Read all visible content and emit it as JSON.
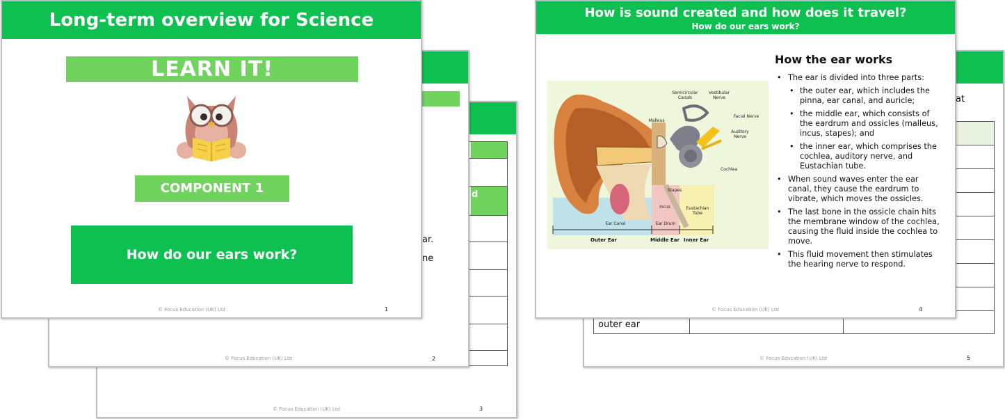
{
  "colors": {
    "green": "#0ec04f",
    "light_green": "#6fd35e",
    "table_fill": "#e8f3df"
  },
  "footer_text": "© Focus Education (UK) Ltd",
  "slide1": {
    "title": "Long-term overview for Science",
    "learn_label": "LEARN IT!",
    "mascot_icon": "owl-reading-book-icon",
    "component_label": "COMPONENT 1",
    "question": "How do our ears work?",
    "page": "1"
  },
  "slide2": {
    "page": "2",
    "fragment_1": "ar.",
    "fragment_2": "ne"
  },
  "slide3": {
    "page": "3",
    "fragment": "d"
  },
  "slide4": {
    "title": "How is sound created and how does it travel?",
    "subtitle": "How do our ears work?",
    "heading": "How the ear works",
    "bullets": {
      "b1": "The ear is divided into three parts:",
      "s1": "the outer ear, which includes the pinna, ear canal, and auricle;",
      "s2": "the middle ear, which consists of the eardrum and ossicles (malleus, incus, stapes); and",
      "s3": "the inner ear, which comprises the cochlea, auditory nerve, and Eustachian tube.",
      "b2": "When sound waves enter the ear canal, they cause the eardrum to vibrate, which moves the ossicles.",
      "b3": "The last bone in the ossicle chain hits the membrane window of the cochlea, causing the fluid inside the cochlea to move.",
      "b4": "This fluid movement then stimulates the hearing nerve to respond."
    },
    "diagram": {
      "labels": {
        "semicircular": "Semicircular Canals",
        "vestibular": "Vestibular Nerve",
        "facial": "Facial Nerve",
        "auditory": "Auditory Nerve",
        "malleus": "Malleus",
        "cochlea": "Cochlea",
        "stapes": "Stapes",
        "incus": "Incus",
        "eustachian": "Eustachian Tube",
        "ear_canal": "Ear Canal",
        "ear_drum": "Ear Drum"
      },
      "sections": {
        "outer": "Outer Ear",
        "middle": "Middle Ear",
        "inner": "Inner Ear"
      }
    },
    "page": "4"
  },
  "slide5": {
    "page": "5",
    "fragment_1": "at",
    "fragment_2": "outer ear"
  }
}
